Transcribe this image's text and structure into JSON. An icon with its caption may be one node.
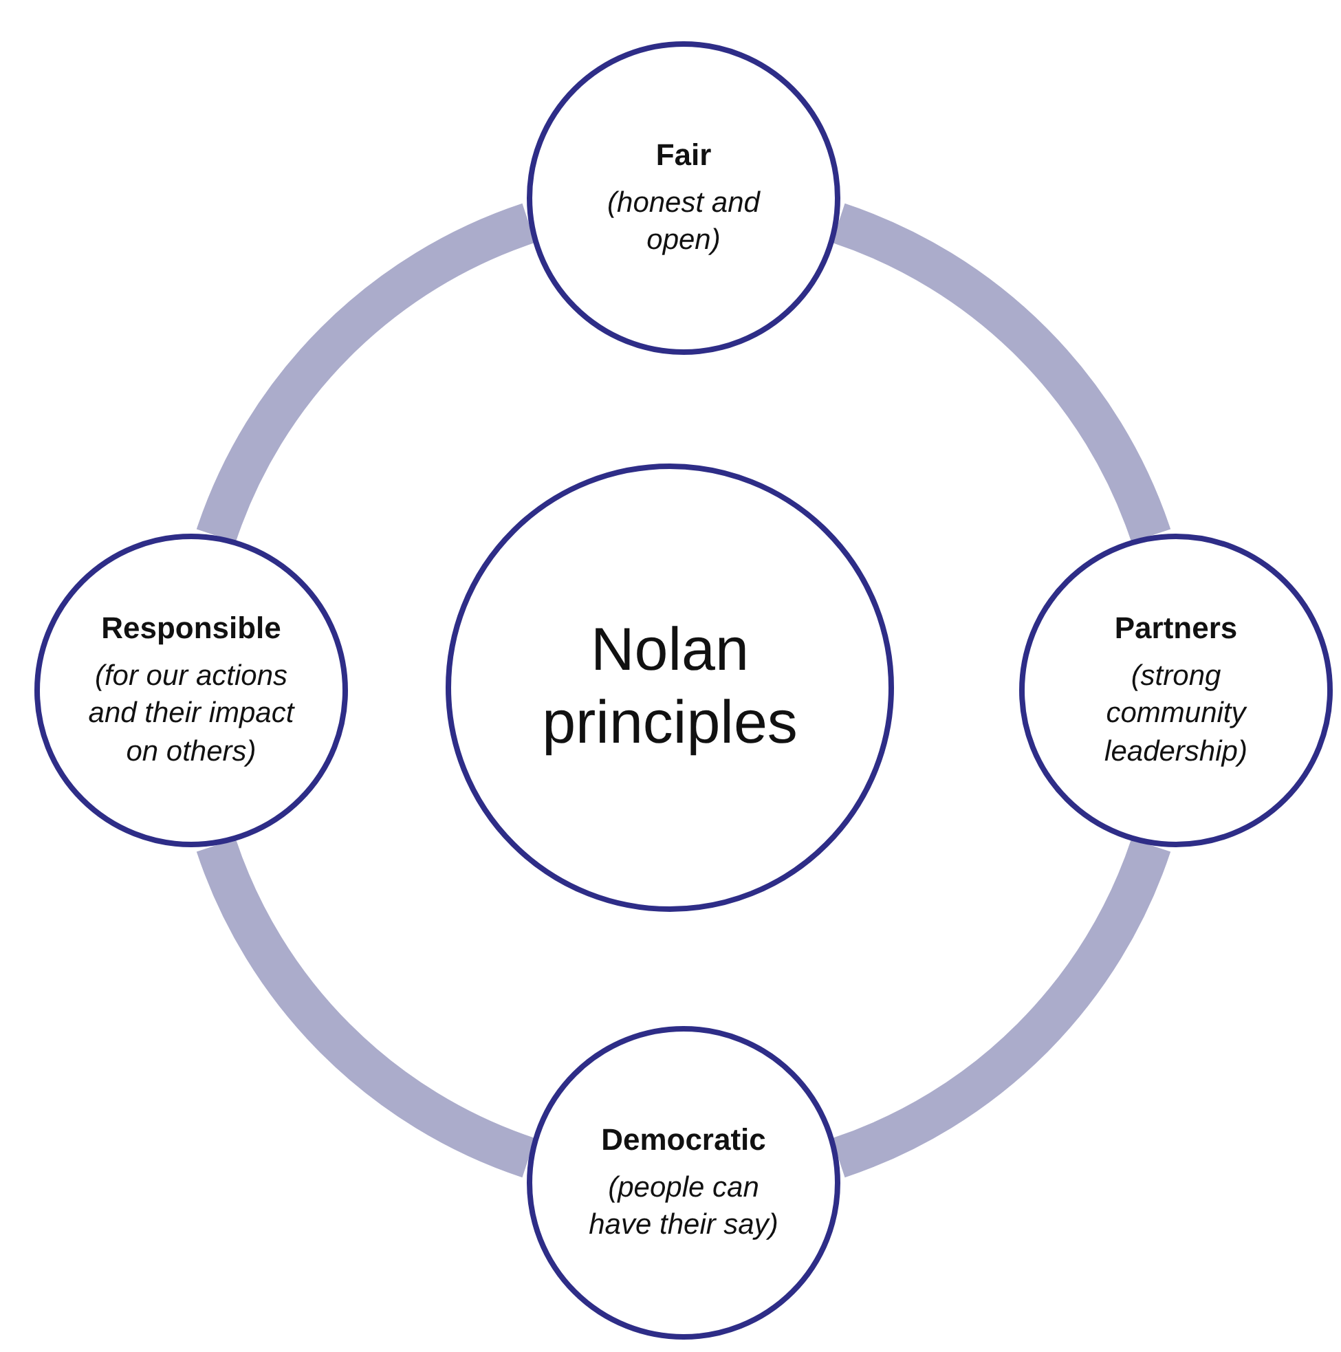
{
  "diagram": {
    "nodes": [
      {
        "text": [
          "Nolan principles"
        ]
      },
      {
        "text": [
          "Fair",
          "(honest and open)"
        ]
      },
      {
        "text": [
          "Partners",
          "(strong community leadership)"
        ]
      },
      {
        "text": [
          "Democratic",
          "(people can have their say)"
        ]
      },
      {
        "text": [
          "Responsible",
          "(for our actions and their impact on others)"
        ]
      }
    ],
    "edges": [
      {
        "from": 1,
        "to": 2,
        "arrow": "none"
      },
      {
        "from": 2,
        "to": 3,
        "arrow": "none"
      },
      {
        "from": 3,
        "to": 4,
        "arrow": "none"
      },
      {
        "from": 4,
        "to": 1,
        "arrow": "none"
      }
    ]
  }
}
